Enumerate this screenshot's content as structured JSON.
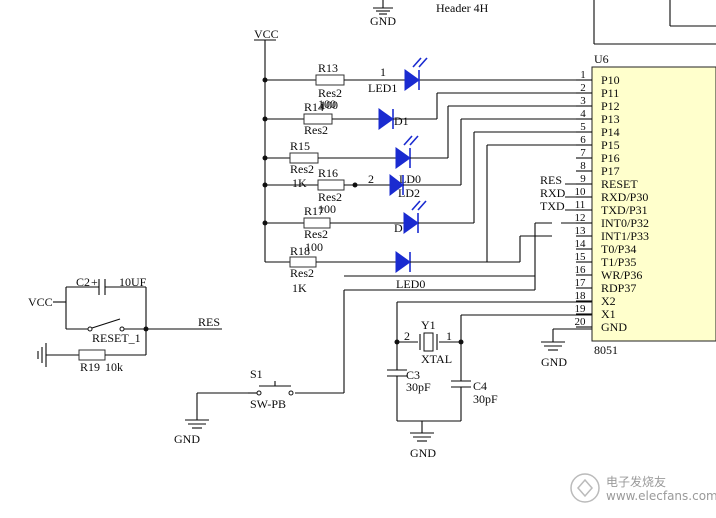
{
  "labels": {
    "gnd_top": "GND",
    "header": "Header 4H",
    "vcc_top": "VCC",
    "r13": "R13",
    "r13_type": "Res2",
    "r13_val": "100",
    "led1": "LED1",
    "led1_pin": "1",
    "r14": "R14",
    "r14_type": "Res2",
    "r14_val": "100",
    "d1": "D1",
    "r15": "R15",
    "r15_type": "Res2",
    "r15_val": "1K",
    "ld0": "LD0",
    "r16": "R16",
    "r16_type": "Res2",
    "r16_val": "100",
    "ld2": "LD2",
    "ld2_pin": "2",
    "r17": "R17",
    "r17_type": "Res2",
    "r17_val": "100",
    "d_label": "D",
    "r18": "R18",
    "r18_type": "Res2",
    "r18_val": "1K",
    "led0": "LED0",
    "c2": "C2",
    "c2_val": "10UF",
    "vcc_left": "VCC",
    "reset1": "RESET_1",
    "r19": "R19",
    "r19_val": "10k",
    "res_net": "RES",
    "s1": "S1",
    "sw": "SW-PB",
    "gnd_sw": "GND",
    "y1": "Y1",
    "y1_p2": "2",
    "y1_p1": "1",
    "xtal": "XTAL",
    "c3": "C3",
    "c3_val": "30pF",
    "c4": "C4",
    "c4_val": "30pF",
    "gnd_xtal": "GND",
    "gnd_chip": "GND",
    "u6": "U6",
    "chip_name": "8051",
    "net_res": "RES",
    "net_rxd": "RXD",
    "net_txd": "TXD",
    "watermark": "电子发烧友",
    "watermark_url": "www.elecfans.com"
  },
  "pins": [
    {
      "num": "1",
      "name": "P10"
    },
    {
      "num": "2",
      "name": "P11"
    },
    {
      "num": "3",
      "name": "P12"
    },
    {
      "num": "4",
      "name": "P13"
    },
    {
      "num": "5",
      "name": "P14"
    },
    {
      "num": "6",
      "name": "P15"
    },
    {
      "num": "7",
      "name": "P16"
    },
    {
      "num": "8",
      "name": "P17"
    },
    {
      "num": "9",
      "name": "RESET"
    },
    {
      "num": "10",
      "name": "RXD/P30"
    },
    {
      "num": "11",
      "name": "TXD/P31"
    },
    {
      "num": "12",
      "name": "INT0/P32"
    },
    {
      "num": "13",
      "name": "INT1/P33"
    },
    {
      "num": "14",
      "name": "T0/P34"
    },
    {
      "num": "15",
      "name": "T1/P35"
    },
    {
      "num": "16",
      "name": "WR/P36"
    },
    {
      "num": "17",
      "name": "RDP37"
    },
    {
      "num": "18",
      "name": "X2"
    },
    {
      "num": "19",
      "name": "X1"
    },
    {
      "num": "20",
      "name": "GND"
    }
  ],
  "colors": {
    "led": "#1a2bd0",
    "chip_fill": "#ffffcc",
    "wire": "#0a0a0a"
  }
}
